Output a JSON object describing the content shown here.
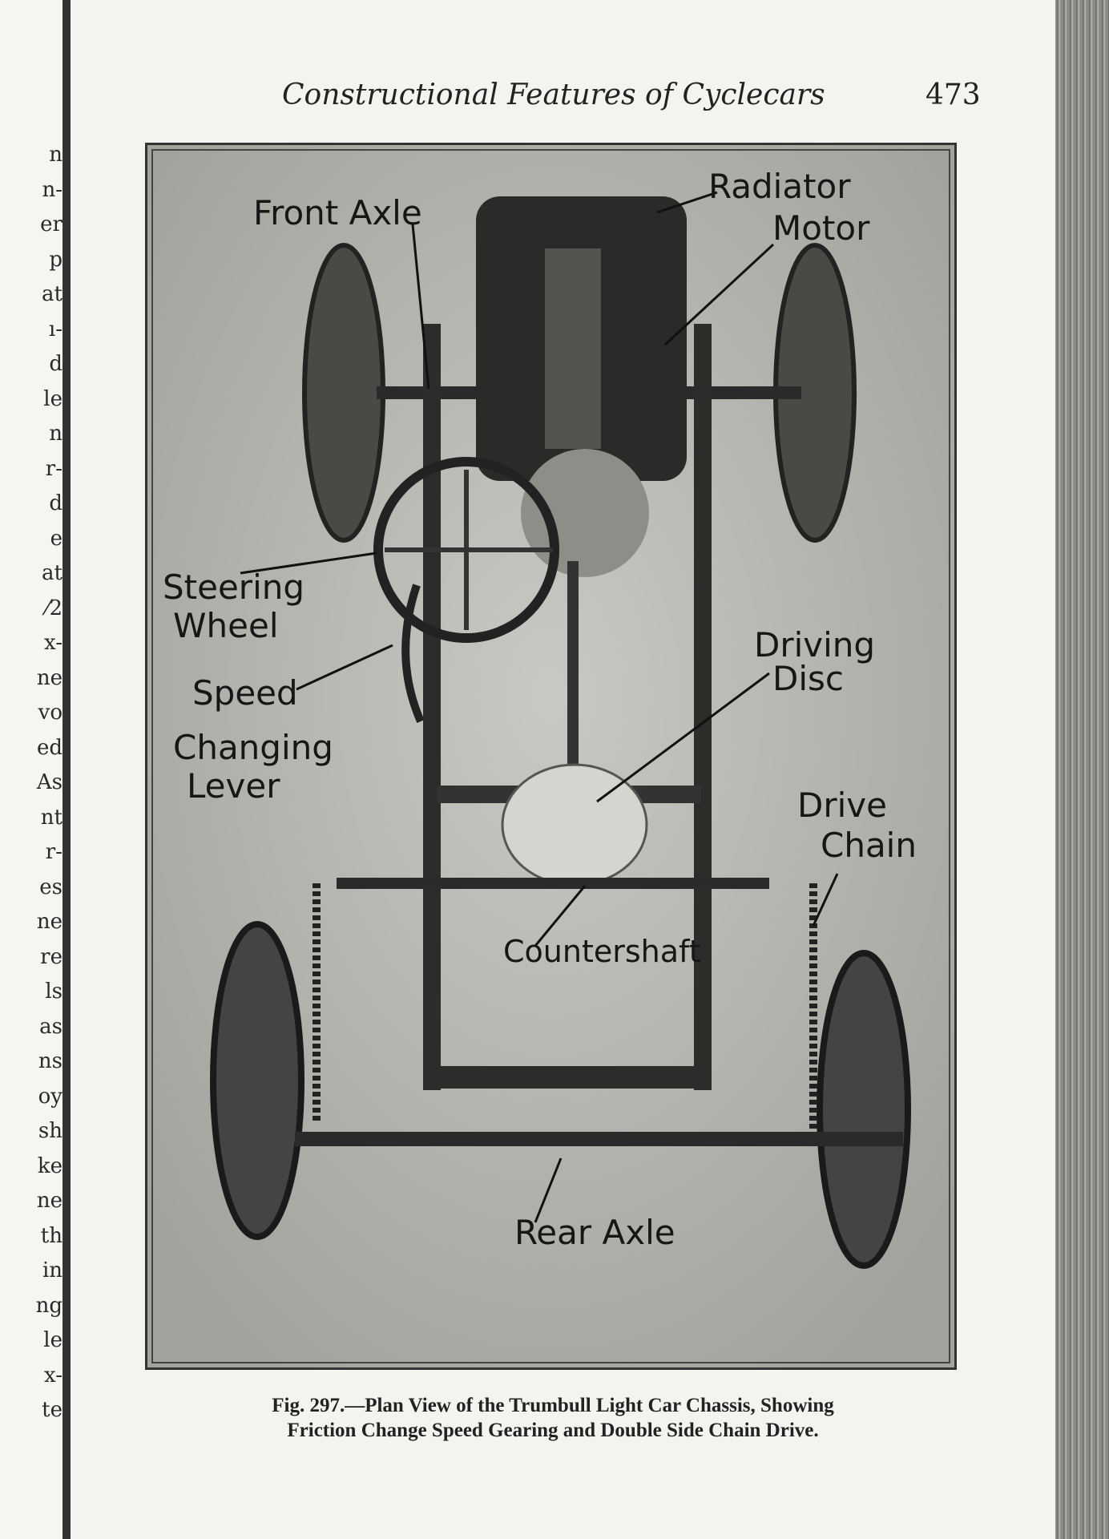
{
  "left_page": {
    "line_fragments": [
      "n",
      "n-",
      "er",
      "p",
      "at",
      "ı-",
      "d",
      "le",
      "n",
      "r-",
      "d",
      "e",
      "at",
      "⁄2",
      "x-",
      "ne",
      "vo",
      "ed",
      "As",
      "nt",
      "r-",
      "es",
      "ne",
      "re",
      "ls",
      "as",
      "ns",
      "oy",
      "sh",
      "ke",
      "ne",
      "th",
      "in",
      "ng",
      "le",
      "x-",
      "te"
    ]
  },
  "header": {
    "running_title": "Constructional Features of Cyclecars",
    "page_number": "473"
  },
  "figure": {
    "labels": {
      "front_axle": "Front Axle",
      "radiator": "Radiator",
      "motor": "Motor",
      "steering_wheel_1": "Steering",
      "steering_wheel_2": "Wheel",
      "speed_lever_1": "Speed",
      "speed_lever_2": "Changing",
      "speed_lever_3": "Lever",
      "driving_disc_1": "Driving",
      "driving_disc_2": "Disc",
      "drive_chain_1": "Drive",
      "drive_chain_2": "Chain",
      "countershaft": "Countershaft",
      "rear_axle": "Rear Axle"
    },
    "caption_line1": "Fig. 297.—Plan View of the Trumbull Light Car Chassis, Showing",
    "caption_line2": "Friction Change Speed Gearing and Double Side Chain Drive."
  }
}
